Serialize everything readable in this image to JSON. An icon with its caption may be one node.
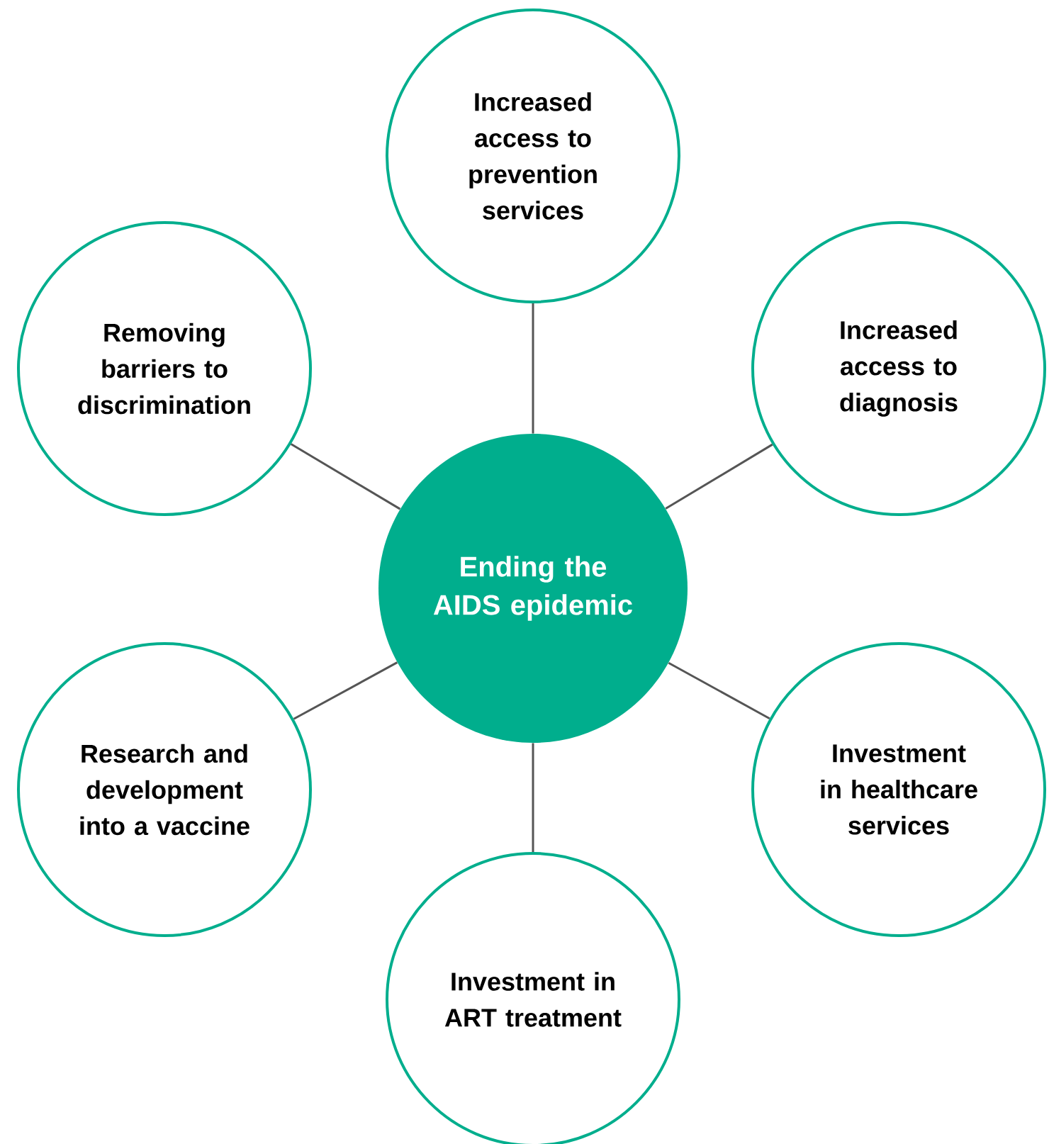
{
  "diagram": {
    "nodes": [
      {
        "text": [
          "Increased access to prevention services"
        ]
      },
      {
        "text": [
          "Removing barriers to discrimination"
        ]
      },
      {
        "text": [
          "Increased access to diagnosis"
        ]
      },
      {
        "text": [
          "Ending the AIDS epidemic"
        ]
      },
      {
        "text": [
          "Research and development into a vaccine"
        ]
      },
      {
        "text": [
          "Investment in healthcare services"
        ]
      },
      {
        "text": [
          "Investment in ART treatment"
        ]
      }
    ],
    "edges": [
      {
        "from": 3,
        "to": 0,
        "arrow": "none"
      },
      {
        "from": 3,
        "to": 2,
        "arrow": "none"
      },
      {
        "from": 3,
        "to": 5,
        "arrow": "none"
      },
      {
        "from": 3,
        "to": 6,
        "arrow": "none"
      },
      {
        "from": 3,
        "to": 4,
        "arrow": "none"
      },
      {
        "from": 3,
        "to": 1,
        "arrow": "none"
      }
    ]
  }
}
